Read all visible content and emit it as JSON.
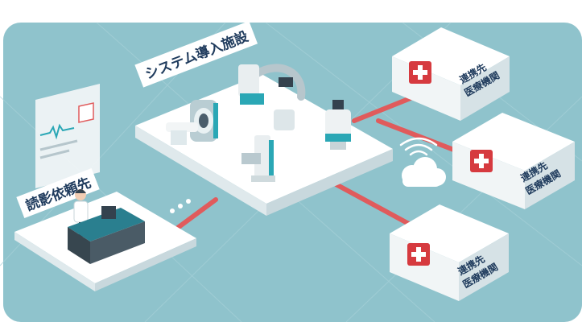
{
  "facility": {
    "title": "システム導入施設"
  },
  "reader": {
    "title": "読影依頼先"
  },
  "partners": [
    {
      "line1": "連携先",
      "line2": "医療機関"
    },
    {
      "line1": "連携先",
      "line2": "医療機関"
    },
    {
      "line1": "連携先",
      "line2": "医療機関"
    }
  ],
  "colors": {
    "background": "#8fc3cc",
    "platform": "#ffffff",
    "connector": "#e05b5c",
    "cross": "#d63a3f",
    "label_text": "#1e3a5c"
  },
  "icons": [
    "ct-scanner-icon",
    "c-arm-xray-icon",
    "ultrasound-icon",
    "xray-stand-icon",
    "monitor-heart-icon",
    "doctor-icon",
    "cloud-icon",
    "wifi-icon",
    "medical-cross-icon"
  ]
}
